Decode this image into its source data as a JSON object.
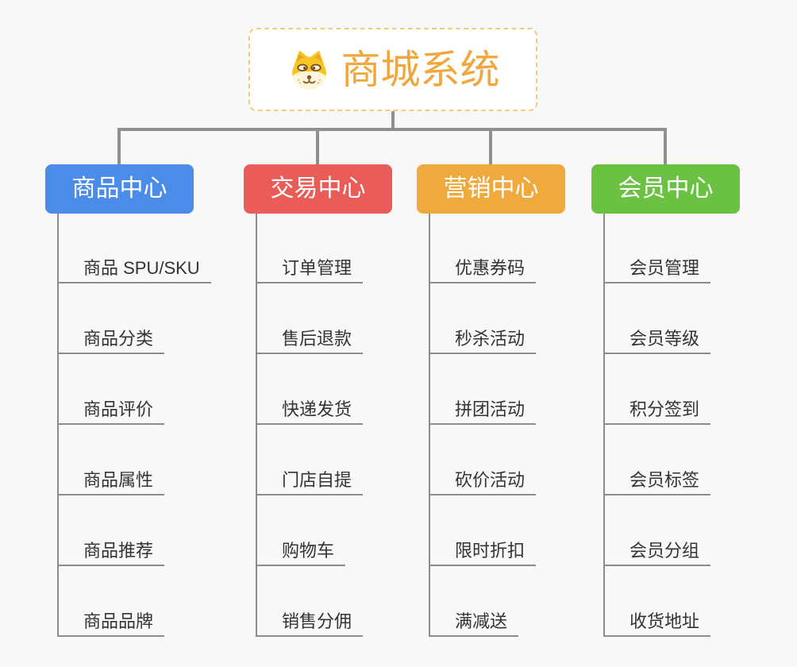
{
  "root": {
    "title": "商城系统",
    "icon": "dog-icon"
  },
  "branches": [
    {
      "label": "商品中心",
      "color": "#4A8CE8",
      "children": [
        "商品 SPU/SKU",
        "商品分类",
        "商品评价",
        "商品属性",
        "商品推荐",
        "商品品牌"
      ]
    },
    {
      "label": "交易中心",
      "color": "#E95C57",
      "children": [
        "订单管理",
        "售后退款",
        "快递发货",
        "门店自提",
        "购物车",
        "销售分佣"
      ]
    },
    {
      "label": "营销中心",
      "color": "#EFA93C",
      "children": [
        "优惠券码",
        "秒杀活动",
        "拼团活动",
        "砍价活动",
        "限时折扣",
        "满减送"
      ]
    },
    {
      "label": "会员中心",
      "color": "#6BC142",
      "children": [
        "会员管理",
        "会员等级",
        "积分签到",
        "会员标签",
        "会员分组",
        "收货地址"
      ]
    }
  ],
  "colors": {
    "background": "#F8F8F8",
    "root_title": "#EFA73E",
    "root_border": "#F5C97E",
    "connector": "#8F8F8F",
    "item_line": "#8C8C8C",
    "item_text": "#333333"
  }
}
